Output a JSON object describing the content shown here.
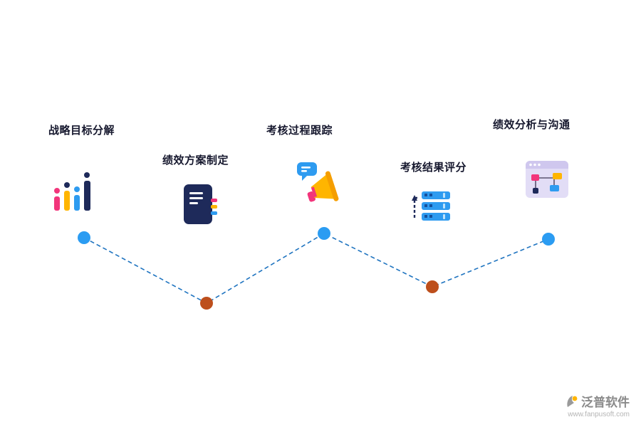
{
  "steps": [
    {
      "label": "战略目标分解",
      "icon": "bar-chart-icon",
      "dot_color": "#2b9cf2"
    },
    {
      "label": "绩效方案制定",
      "icon": "notebook-icon",
      "dot_color": "#bd4f1c"
    },
    {
      "label": "考核过程跟踪",
      "icon": "megaphone-icon",
      "dot_color": "#2b9cf2"
    },
    {
      "label": "考核结果评分",
      "icon": "server-icon",
      "dot_color": "#bd4f1c"
    },
    {
      "label": "绩效分析与沟通",
      "icon": "dashboard-icon",
      "dot_color": "#2b9cf2"
    }
  ],
  "connector": {
    "color": "#1f74c0",
    "style": "dashed"
  },
  "logo": {
    "name": "泛普软件",
    "url": "www.fanpusoft.com"
  },
  "palette": {
    "pink": "#f2357b",
    "yellow": "#ffb500",
    "blue": "#2e9bf0",
    "navy": "#1e2a5a",
    "lavender": "#e2ddf6",
    "text": "#16182e"
  }
}
